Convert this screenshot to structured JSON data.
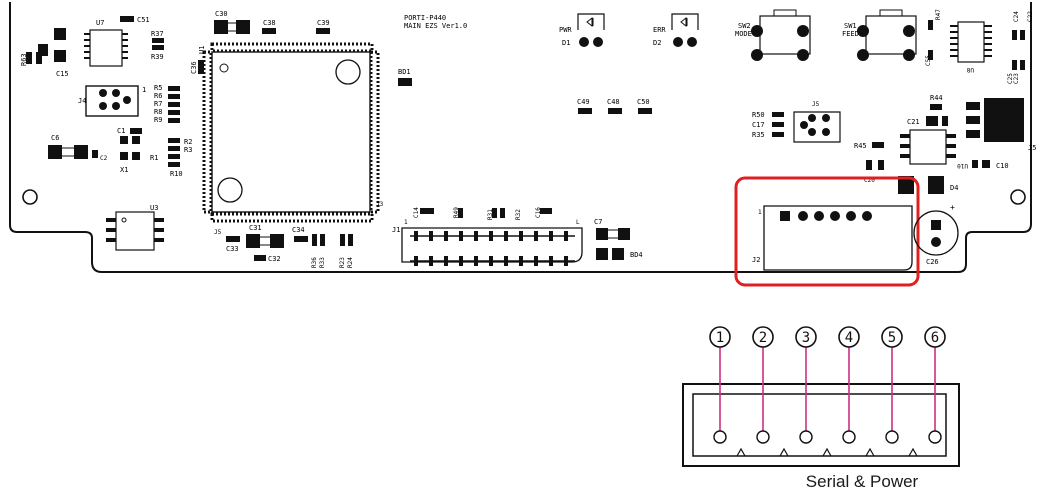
{
  "board": {
    "title_line1": "PORTI-P440",
    "title_line2": "MAIN EZS Ver1.0"
  },
  "indicators": [
    {
      "top": "PWR",
      "bottom": "D1"
    },
    {
      "top": "ERR",
      "bottom": "D2"
    }
  ],
  "switches": [
    {
      "top": "SW2",
      "bottom": "MODE"
    },
    {
      "top": "SW1",
      "bottom": "FEED"
    }
  ],
  "chips": {
    "u1": "U1",
    "u3": "U3",
    "u7": "U7",
    "u8": "U8",
    "u10": "U10"
  },
  "connectors": {
    "j1": "J1",
    "j2": "J2",
    "j3": "J3",
    "j4": "J4",
    "j5": "J5",
    "j4_pin": "1",
    "j1_pin1": "1",
    "j1_pinL": "L",
    "j2_pin": "1"
  },
  "component_labels": {
    "c51": "C51",
    "r37": "R37",
    "r39": "R39",
    "r63": "R63",
    "c15": "C15",
    "c30": "C30",
    "c38": "C38",
    "c39": "C39",
    "c36": "C36",
    "bd1": "BD1",
    "bd4": "BD4",
    "r5": "R5",
    "r6": "R6",
    "r7": "R7",
    "r8": "R8",
    "r9": "R9",
    "c1": "C1",
    "c6": "C6",
    "c2": "C2",
    "r2": "R2",
    "r3": "R3",
    "r1": "R1",
    "r10": "R10",
    "x1": "X1",
    "c49": "C49",
    "c48": "C48",
    "c50": "C50",
    "r47": "R47",
    "c55": "C55",
    "c24": "C24",
    "c22": "C22",
    "c23": "C23",
    "c25": "C25",
    "r50": "R50",
    "c17": "C17",
    "r35": "R35",
    "r44": "R44",
    "c21": "C21",
    "r45": "R45",
    "c10": "C10",
    "d4": "D4",
    "c20": "C20",
    "c26": "C26",
    "c33": "C33",
    "c31": "C31",
    "c32": "C32",
    "c34": "C34",
    "r36": "R36",
    "r33": "R33",
    "r23": "R23",
    "r24": "R24",
    "c14": "C14",
    "r49": "R49",
    "r31": "R31",
    "r32": "R32",
    "c16": "C16",
    "c7": "C7",
    "plus": "+"
  },
  "pinout": {
    "pins": [
      "1",
      "2",
      "3",
      "4",
      "5",
      "6"
    ],
    "caption": "Serial & Power"
  },
  "colors": {
    "highlight": "#e02020",
    "pin_line": "#cc2f86",
    "ink": "#111111"
  }
}
